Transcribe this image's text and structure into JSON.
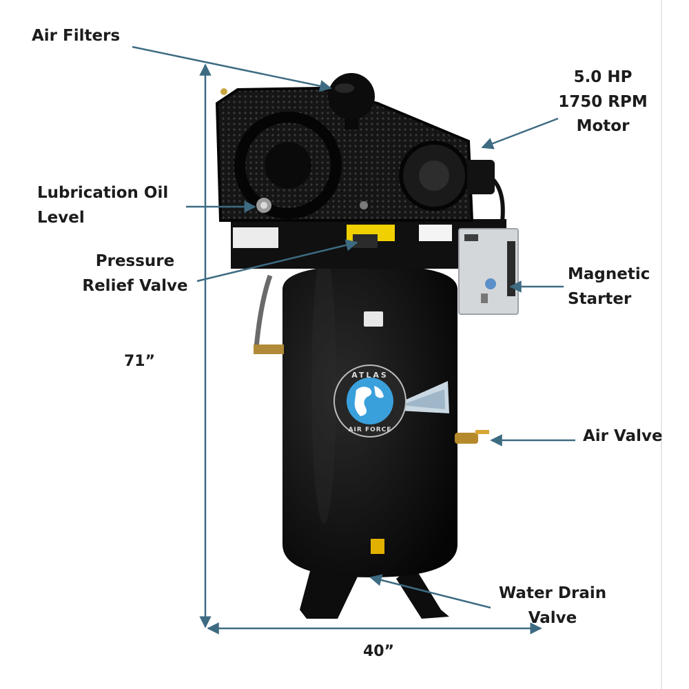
{
  "labels": {
    "air_filters": "Air Filters",
    "motor_line1": "5.0 HP",
    "motor_line2": "1750 RPM",
    "motor_line3": "Motor",
    "oil_line1": "Lubrication Oil",
    "oil_line2": "Level",
    "relief_line1": "Pressure",
    "relief_line2": "Relief Valve",
    "starter_line1": "Magnetic",
    "starter_line2": "Starter",
    "air_valve": "Air Valve",
    "drain_line1": "Water Drain",
    "drain_line2": "Valve"
  },
  "dimensions": {
    "height": "71”",
    "width": "40”"
  },
  "brand": {
    "top": "ATLAS",
    "bottom": "AIR FORCE"
  },
  "colors": {
    "arrow": "#3d6b82",
    "tank": "#111111",
    "label": "#1c1c1c",
    "globe": "#3aa0dc",
    "starter": "#d4d7da"
  }
}
